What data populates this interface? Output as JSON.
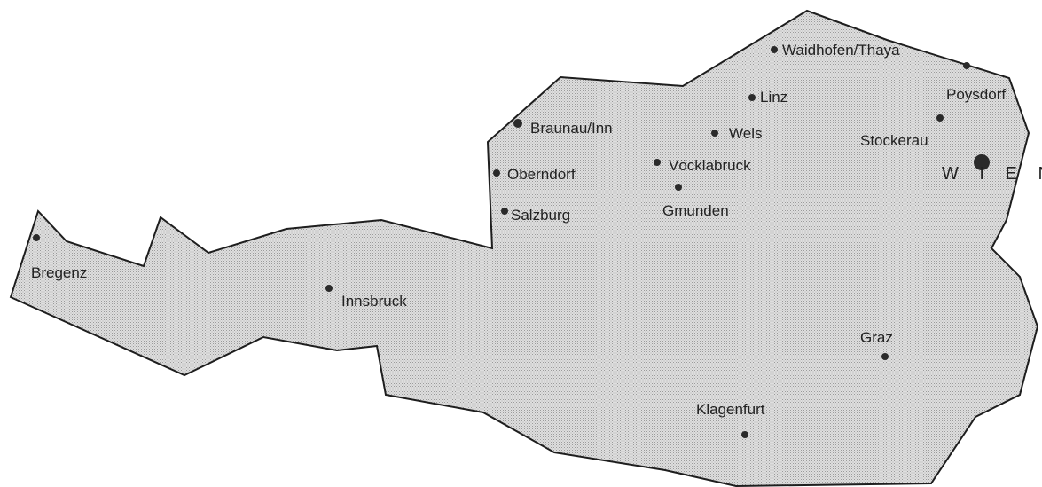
{
  "map": {
    "colors": {
      "country_fill": "#d6d6d6",
      "outline": "#1e1e1e",
      "dot": "#2a2a2a",
      "background": "#ffffff"
    },
    "cities": [
      {
        "id": "waidhofen",
        "name": "Waidhofen/Thaya"
      },
      {
        "id": "poysdorf",
        "name": "Poysdorf"
      },
      {
        "id": "linz",
        "name": "Linz"
      },
      {
        "id": "braunau",
        "name": "Braunau/Inn"
      },
      {
        "id": "wels",
        "name": "Wels"
      },
      {
        "id": "stockerau",
        "name": "Stockerau"
      },
      {
        "id": "voecklabruck",
        "name": "Vöcklabruck"
      },
      {
        "id": "oberndorf",
        "name": "Oberndorf"
      },
      {
        "id": "gmunden",
        "name": "Gmunden"
      },
      {
        "id": "salzburg",
        "name": "Salzburg"
      },
      {
        "id": "bregenz",
        "name": "Bregenz"
      },
      {
        "id": "innsbruck",
        "name": "Innsbruck"
      },
      {
        "id": "graz",
        "name": "Graz"
      },
      {
        "id": "klagenfurt",
        "name": "Klagenfurt"
      }
    ],
    "capital": {
      "id": "wien",
      "name": "W I E N"
    }
  }
}
